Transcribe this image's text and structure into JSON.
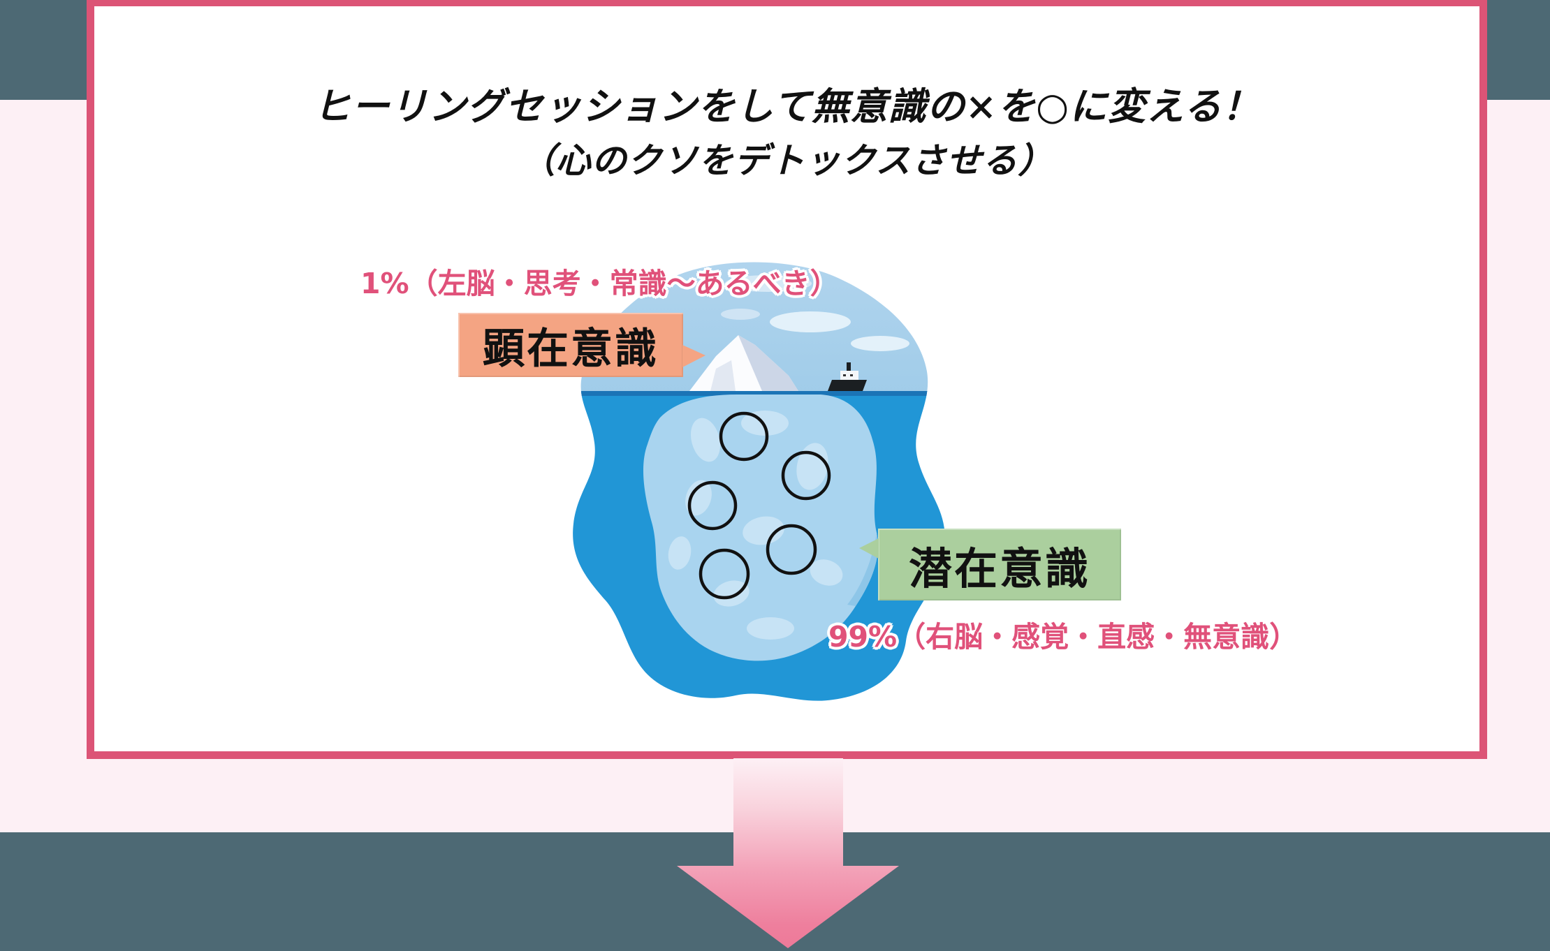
{
  "title": {
    "line1": "ヒーリングセッションをして無意識の×を○に変える！",
    "line2": "（心のクソをデトックスさせる）"
  },
  "diagram": {
    "conscious_stat": "1%（左脳・思考・常識～あるべき）",
    "conscious_label": "顕在意識",
    "subconscious_label": "潜在意識",
    "subconscious_stat": "99%（右脳・感覚・直感・無意識）",
    "annotation_circles": 5,
    "icons": [
      "iceberg",
      "cargo-ship",
      "down-arrow"
    ]
  },
  "colors": {
    "frame": "#dc5476",
    "band": "#4d6974",
    "page_bg": "#fdf0f5",
    "stat_text": "#e0517a",
    "conscious_bubble": "#f4a483",
    "subconscious_bubble": "#abcf9e",
    "arrow_pink": "#ee7f9d",
    "ocean": "#2196d6",
    "sky": "#a9cee9"
  }
}
